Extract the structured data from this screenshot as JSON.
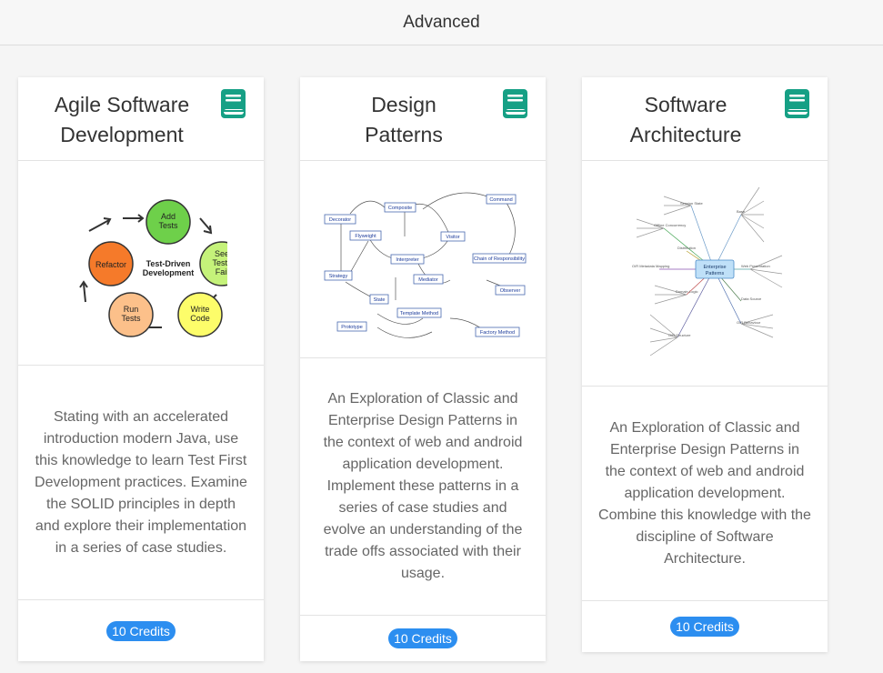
{
  "header": {
    "title": "Advanced"
  },
  "cards": [
    {
      "title_line1": "Agile Software",
      "title_line2": "Development",
      "icon": "book-icon",
      "image": {
        "caption": "Test-Driven Development",
        "nodes": [
          "Add Tests",
          "See Tests Fail",
          "Write Code",
          "Run Tests",
          "Refactor"
        ]
      },
      "description": "Stating with an accelerated introduction modern Java, use this knowledge to learn Test First Development practices. Examine the SOLID principles in depth and explore their implementation in a series of case studies.",
      "credits": "10 Credits"
    },
    {
      "title_line1": "Design",
      "title_line2": "Patterns",
      "icon": "book-icon",
      "image": {
        "nodes": [
          "Composite",
          "Command",
          "Decorator",
          "Flyweight",
          "Visitor",
          "Interpreter",
          "Chain of Responsibility",
          "Strategy",
          "Mediator",
          "Observer",
          "State",
          "Template Method",
          "Prototype",
          "Factory Method"
        ]
      },
      "description": "An Exploration of Classic and Enterprise Design Patterns in the context of web and android application development. Implement these patterns in a series of case studies and evolve an understanding of the trade offs associated with their usage.",
      "credits": "10 Credits"
    },
    {
      "title_line1": "Software",
      "title_line2": "Architecture",
      "icon": "book-icon",
      "image": {
        "center": "Enterprise Patterns",
        "branches": [
          "Domain Logic",
          "Distribution",
          "Offline Concurrency",
          "O/R Metadata Mapping",
          "Session State",
          "Base",
          "Web Presentation",
          "Data Source",
          "O/R Behaviour",
          "O/R Structure"
        ]
      },
      "description": "An Exploration of Classic and Enterprise Design Patterns in the context of web and android application development. Combine this knowledge with the discipline of Software Architecture.",
      "credits": "10 Credits"
    }
  ],
  "colors": {
    "accent": "#16a085",
    "badge": "#2c8ef0"
  }
}
